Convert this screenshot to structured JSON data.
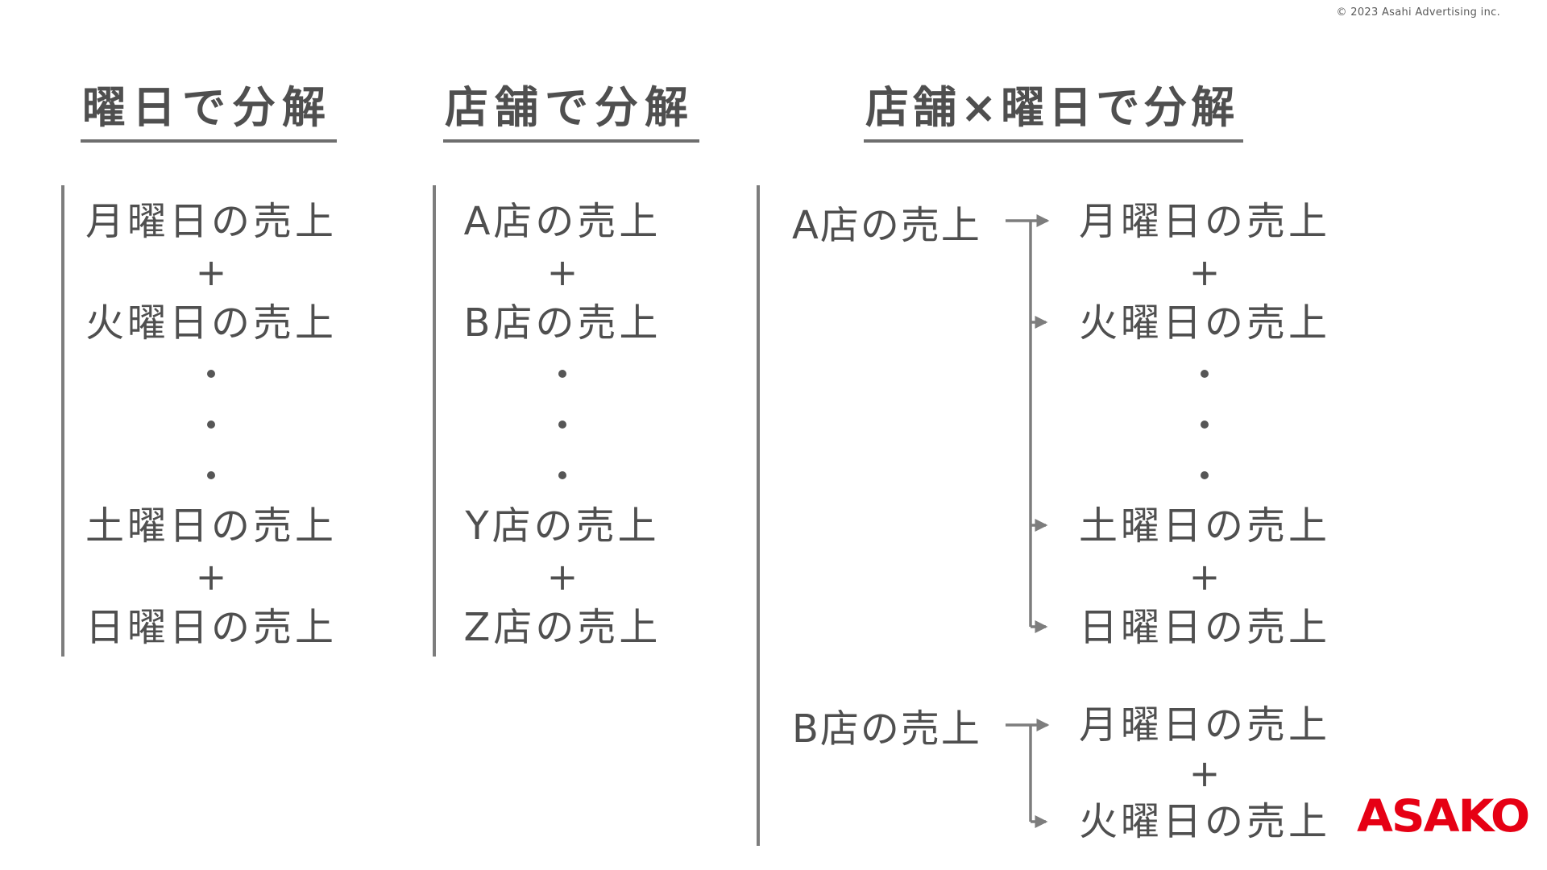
{
  "copyright": "© 2023 Asahi Advertising inc.",
  "logo_text": "ASAKO",
  "colors": {
    "text_gray": "#4f4f4f",
    "line_gray": "#7d7d7d",
    "logo_red": "#e60014"
  },
  "columns": [
    {
      "title": "曜日で分解",
      "items": [
        "月曜日の売上",
        "+",
        "火曜日の売上",
        "・",
        "・",
        "・",
        "土曜日の売上",
        "+",
        "日曜日の売上"
      ]
    },
    {
      "title": "店舗で分解",
      "items": [
        "A店の売上",
        "+",
        "B店の売上",
        "・",
        "・",
        "・",
        "Y店の売上",
        "+",
        "Z店の売上"
      ]
    },
    {
      "title": "店舗×曜日で分解",
      "groups": [
        {
          "parent": "A店の売上",
          "children": [
            "月曜日の売上",
            "+",
            "火曜日の売上",
            "・",
            "・",
            "・",
            "土曜日の売上",
            "+",
            "日曜日の売上"
          ]
        },
        {
          "parent": "B店の売上",
          "children": [
            "月曜日の売上",
            "+",
            "火曜日の売上"
          ]
        }
      ]
    }
  ]
}
